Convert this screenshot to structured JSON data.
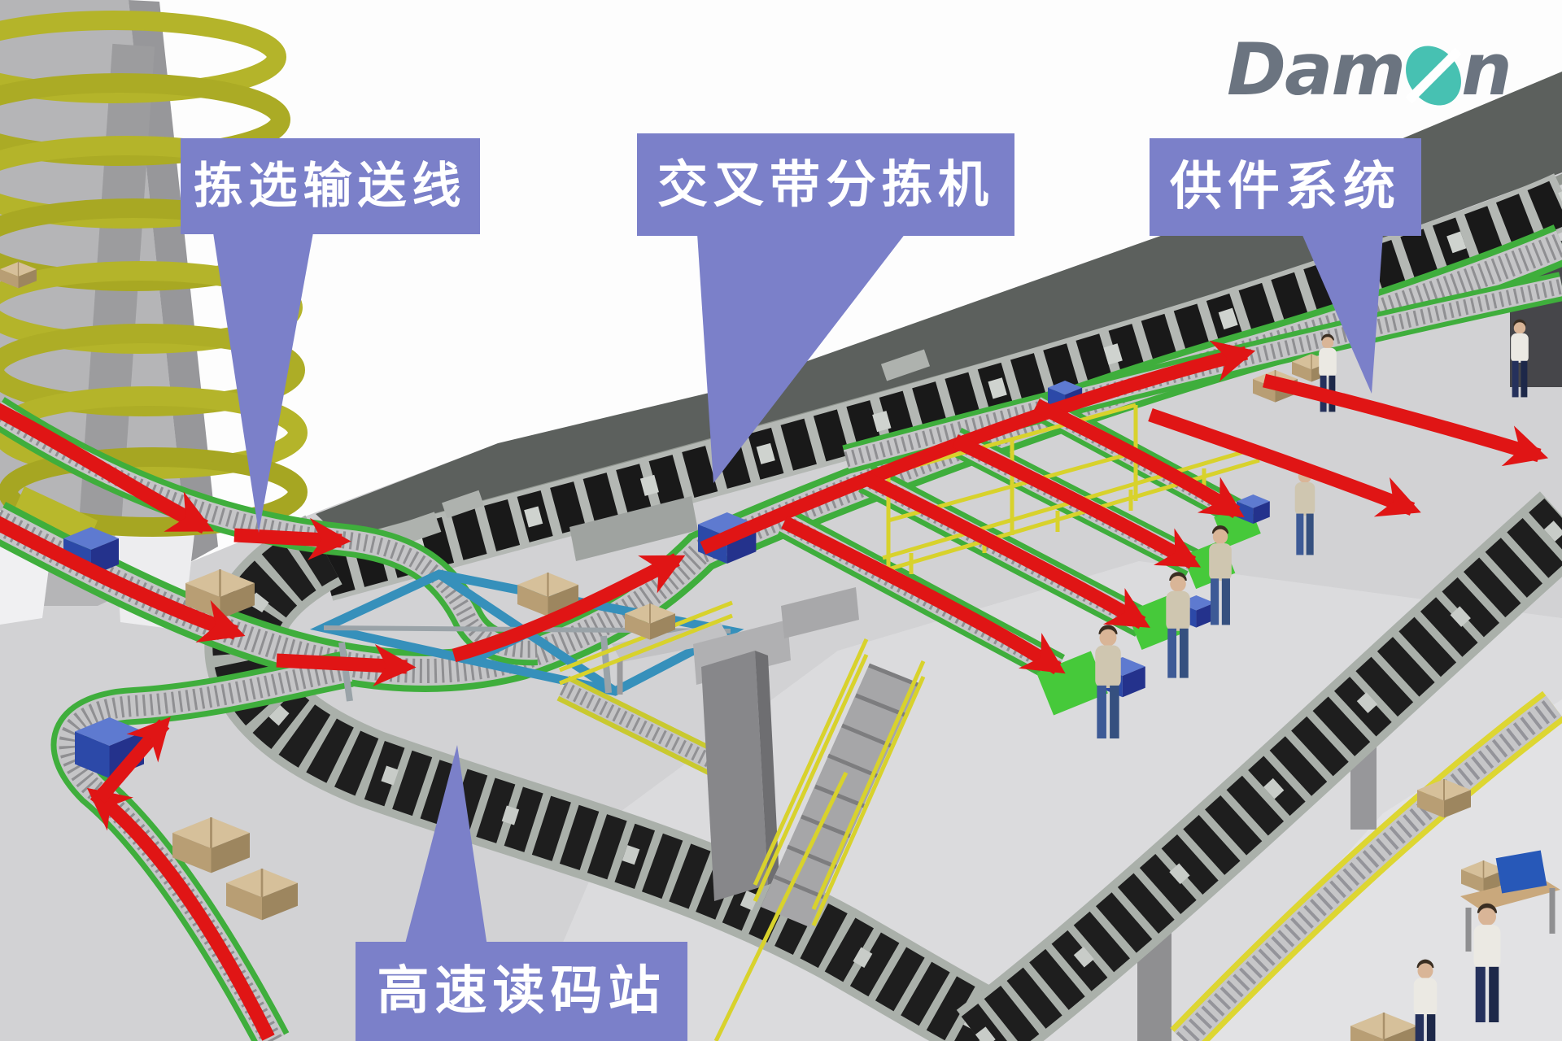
{
  "logo": {
    "word_start": "Dam",
    "word_end": "n",
    "full_name": "Damon",
    "text_color": "#6b7480",
    "leaf_color": "#47c1b2"
  },
  "annotations": {
    "picking_line": {
      "label": "拣选输送线"
    },
    "cross_belt_sorter": {
      "label": "交叉带分拣机"
    },
    "supply_system": {
      "label": "供件系统"
    },
    "scan_station": {
      "label": "高速读码站"
    },
    "box_color": "#7b80c9",
    "text_color": "#ffffff"
  },
  "scene_colors": {
    "floor": "#d2d2d4",
    "wall": "#fdfdfd",
    "sorter_deck": "#5c605d",
    "carrier_black": "#191919",
    "conveyor_green": "#3fae3c",
    "flow_arrow_red": "#e01515",
    "spiral_yellow": "#b4b42a",
    "railing_yellow": "#d8d22c",
    "tote_blue": "#2c49a8",
    "scanner_blue": "#3690bb",
    "box_tan": "#c8b088"
  }
}
